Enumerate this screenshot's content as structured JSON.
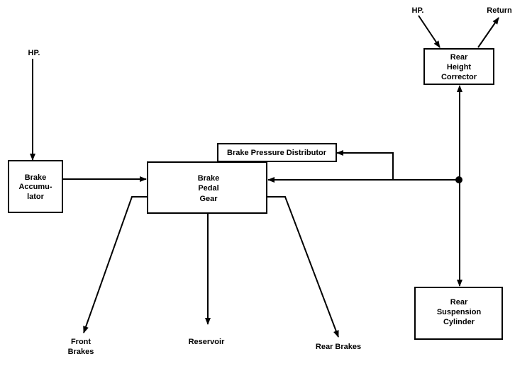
{
  "diagram": {
    "hp_left": "HP.",
    "hp_top": "HP.",
    "return": "Return",
    "brake_accumulator": [
      "Brake",
      "Accumu-",
      "lator"
    ],
    "brake_pedal_gear": [
      "Brake",
      "Pedal",
      "Gear"
    ],
    "brake_pressure_distributor": "Brake Pressure Distributor",
    "rear_height_corrector": [
      "Rear",
      "Height",
      "Corrector"
    ],
    "rear_suspension_cylinder": [
      "Rear",
      "Suspension",
      "Cylinder"
    ],
    "front_brakes": [
      "Front",
      "Brakes"
    ],
    "reservoir": "Reservoir",
    "rear_brakes": "Rear Brakes"
  }
}
